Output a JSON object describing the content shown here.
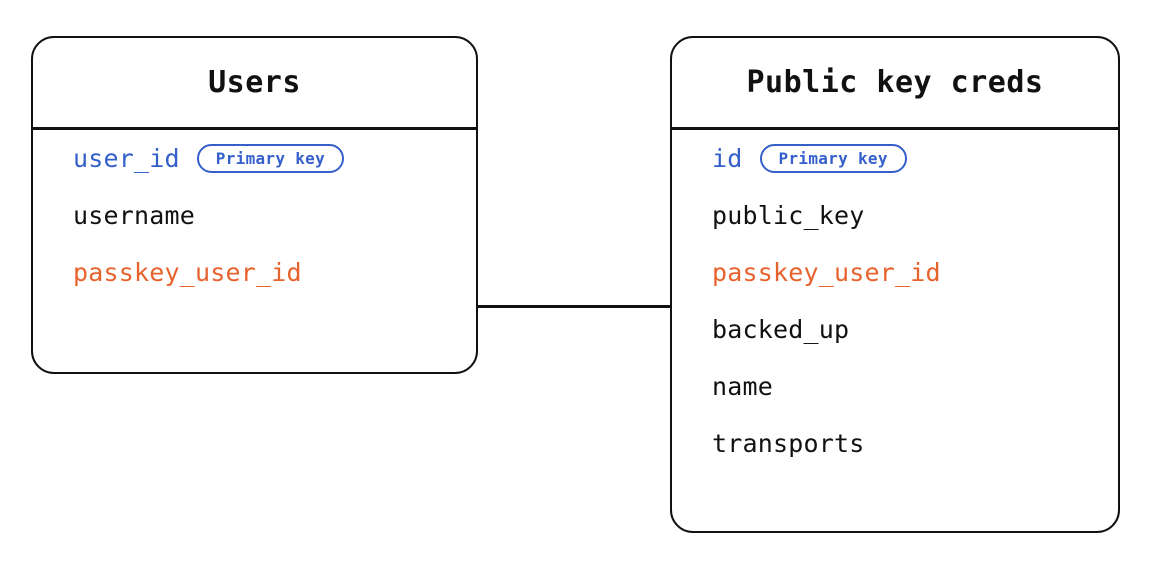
{
  "diagram": {
    "type": "entity-relationship-diagram",
    "background": "#ffffff",
    "colors": {
      "border": "#111111",
      "text": "#111111",
      "primary_key": "#3560CC",
      "foreign_key": "#E8622C"
    },
    "entities": [
      {
        "id": "users",
        "title": "Users",
        "fields": [
          {
            "name": "user_id",
            "style": "key",
            "badge": "Primary key"
          },
          {
            "name": "username",
            "style": "plain",
            "badge": null
          },
          {
            "name": "passkey_user_id",
            "style": "fkey",
            "badge": null
          }
        ]
      },
      {
        "id": "public_key_creds",
        "title": "Public key creds",
        "fields": [
          {
            "name": "id",
            "style": "key",
            "badge": "Primary key"
          },
          {
            "name": "public_key",
            "style": "plain",
            "badge": null
          },
          {
            "name": "passkey_user_id",
            "style": "fkey",
            "badge": null
          },
          {
            "name": "backed_up",
            "style": "plain",
            "badge": null
          },
          {
            "name": "name",
            "style": "plain",
            "badge": null
          },
          {
            "name": "transports",
            "style": "plain",
            "badge": null
          }
        ]
      }
    ],
    "relationships": [
      {
        "id": "users-to-public-key-creds",
        "from": "users.passkey_user_id",
        "to": "public_key_creds.passkey_user_id",
        "line_style": "straight-solid"
      }
    ]
  }
}
